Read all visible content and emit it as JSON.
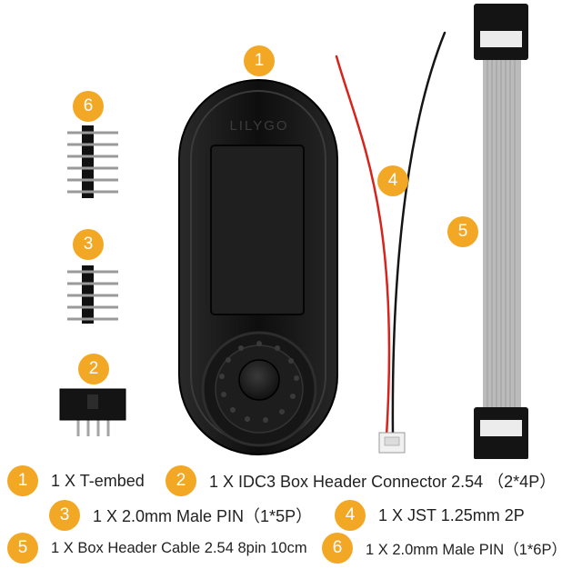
{
  "colors": {
    "badge": "#f2a825",
    "device_body": "#111111",
    "screen": "#1c1c1c",
    "wire_red": "#d8231c",
    "wire_black": "#151515",
    "ribbon": "#b7b7b7"
  },
  "callouts": [
    "1",
    "2",
    "3",
    "4",
    "5",
    "6"
  ],
  "device": {
    "brand": "LILYGO"
  },
  "legend": [
    {
      "num": "1",
      "text": "1 X T-embed"
    },
    {
      "num": "2",
      "text": "1 X IDC3 Box Header Connector 2.54 （2*4P）"
    },
    {
      "num": "3",
      "text": "1 X 2.0mm Male PIN（1*5P）"
    },
    {
      "num": "4",
      "text": "1 X JST 1.25mm 2P"
    },
    {
      "num": "5",
      "text": "1 X Box Header Cable 2.54 8pin 10cm"
    },
    {
      "num": "6",
      "text": "1 X 2.0mm Male PIN（1*6P）"
    }
  ]
}
